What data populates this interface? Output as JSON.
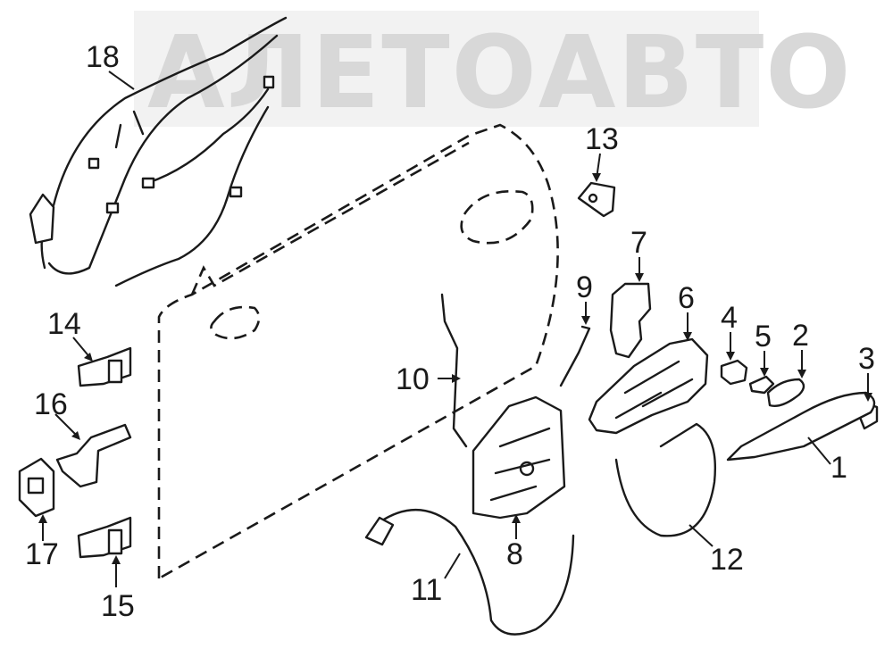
{
  "watermark": {
    "text": "АЛЕТОАВТО"
  },
  "callouts": {
    "c1": "1",
    "c2": "2",
    "c3": "3",
    "c4": "4",
    "c5": "5",
    "c6": "6",
    "c7": "7",
    "c8": "8",
    "c9": "9",
    "c10": "10",
    "c11": "11",
    "c12": "12",
    "c13": "13",
    "c14": "14",
    "c15": "15",
    "c16": "16",
    "c17": "17",
    "c18": "18"
  }
}
